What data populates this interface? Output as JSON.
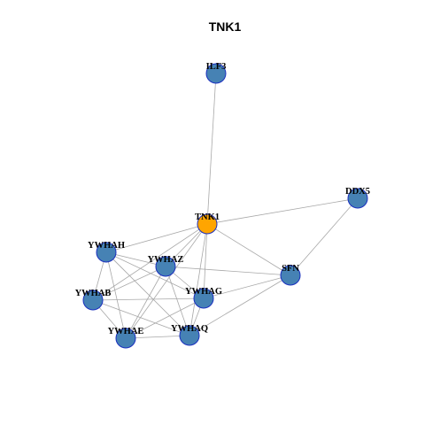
{
  "title": "TNK1",
  "colors": {
    "center_node": "#ffa500",
    "node": "#4682b4",
    "node_border": "#1a2fbf",
    "edge": "#a8a8a8"
  },
  "nodes": [
    {
      "id": "TNK1",
      "label": "TNK1",
      "center": true
    },
    {
      "id": "ILF3",
      "label": "ILF3",
      "center": false
    },
    {
      "id": "DDX5",
      "label": "DDX5",
      "center": false
    },
    {
      "id": "YWHAH",
      "label": "YWHAH",
      "center": false
    },
    {
      "id": "YWHAZ",
      "label": "YWHAZ",
      "center": false
    },
    {
      "id": "SFN",
      "label": "SFN",
      "center": false
    },
    {
      "id": "YWHAB",
      "label": "YWHAB",
      "center": false
    },
    {
      "id": "YWHAG",
      "label": "YWHAG",
      "center": false
    },
    {
      "id": "YWHAE",
      "label": "YWHAE",
      "center": false
    },
    {
      "id": "YWHAQ",
      "label": "YWHAQ",
      "center": false
    }
  ],
  "edges": [
    [
      "TNK1",
      "ILF3"
    ],
    [
      "TNK1",
      "DDX5"
    ],
    [
      "TNK1",
      "SFN"
    ],
    [
      "TNK1",
      "YWHAH"
    ],
    [
      "TNK1",
      "YWHAZ"
    ],
    [
      "TNK1",
      "YWHAB"
    ],
    [
      "TNK1",
      "YWHAG"
    ],
    [
      "TNK1",
      "YWHAE"
    ],
    [
      "TNK1",
      "YWHAQ"
    ],
    [
      "DDX5",
      "SFN"
    ],
    [
      "YWHAH",
      "YWHAZ"
    ],
    [
      "YWHAH",
      "YWHAB"
    ],
    [
      "YWHAH",
      "YWHAG"
    ],
    [
      "YWHAH",
      "YWHAE"
    ],
    [
      "YWHAH",
      "YWHAQ"
    ],
    [
      "YWHAZ",
      "SFN"
    ],
    [
      "YWHAZ",
      "YWHAB"
    ],
    [
      "YWHAZ",
      "YWHAG"
    ],
    [
      "YWHAZ",
      "YWHAE"
    ],
    [
      "YWHAZ",
      "YWHAQ"
    ],
    [
      "SFN",
      "YWHAG"
    ],
    [
      "SFN",
      "YWHAQ"
    ],
    [
      "YWHAB",
      "YWHAG"
    ],
    [
      "YWHAB",
      "YWHAE"
    ],
    [
      "YWHAB",
      "YWHAQ"
    ],
    [
      "YWHAG",
      "YWHAE"
    ],
    [
      "YWHAG",
      "YWHAQ"
    ],
    [
      "YWHAE",
      "YWHAQ"
    ]
  ]
}
